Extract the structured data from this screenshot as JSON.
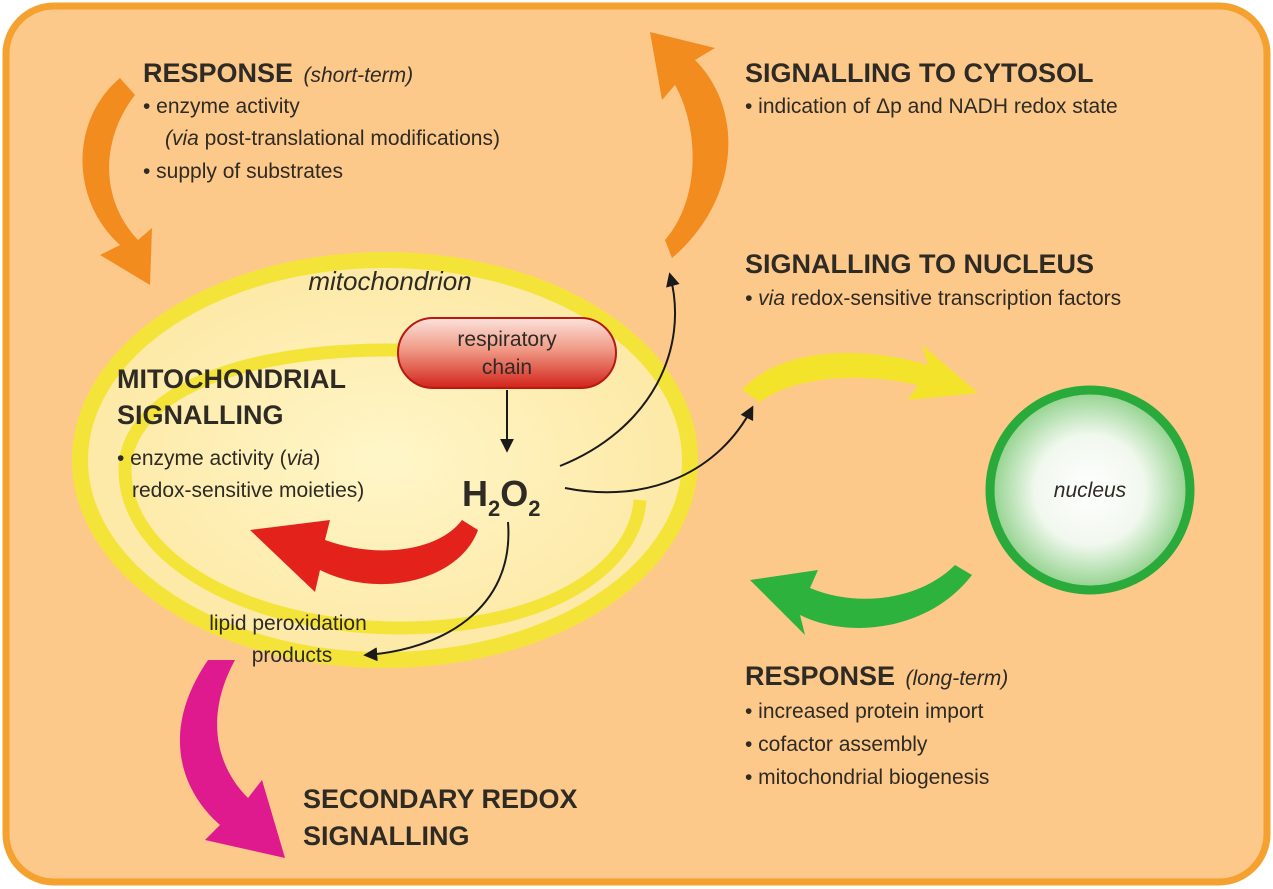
{
  "colors": {
    "background": "#fdc98a",
    "border": "#f5a130",
    "orange_arrow": "#f28c1f",
    "yellow_arrow": "#f3e42b",
    "red_arrow": "#e3231b",
    "green_arrow": "#2db23d",
    "magenta_arrow": "#df1a8e",
    "mitochondrion_ring": "#f4e43a",
    "nucleus_ring": "#2aaa3b",
    "respiratory_chain": "#d9251c"
  },
  "response_short": {
    "title": "RESPONSE",
    "title_qualifier": "(short-term)",
    "bullet1": "• enzyme activity",
    "bullet1b_via": "(via",
    "bullet1b_rest": " post-translational modifications)",
    "bullet2": "• supply of substrates"
  },
  "signalling_cytosol": {
    "title": "SIGNALLING TO CYTOSOL",
    "bullet": "• indication of Δp and NADH redox state"
  },
  "signalling_nucleus": {
    "title": "SIGNALLING TO NUCLEUS",
    "bullet_via": "• via",
    "bullet_rest": " redox-sensitive transcription factors"
  },
  "mitochondrion": {
    "label": "mitochondrion",
    "respiratory_chain_line1": "respiratory",
    "respiratory_chain_line2": "chain",
    "h2o2_H": "H",
    "h2o2_sub1": "2",
    "h2o2_O": "O",
    "h2o2_sub2": "2"
  },
  "mito_signalling": {
    "title_line1": "MITOCHONDRIAL",
    "title_line2": "SIGNALLING",
    "bullet_line1_a": "• enzyme activity (",
    "bullet_line1_via": "via",
    "bullet_line2": "redox-sensitive moieties)"
  },
  "lipid": {
    "line1": "lipid peroxidation",
    "line2": "products"
  },
  "nucleus": {
    "label": "nucleus"
  },
  "response_long": {
    "title": "RESPONSE",
    "title_qualifier": "(long-term)",
    "bullet1": "• increased protein import",
    "bullet2": "• cofactor assembly",
    "bullet3": "• mitochondrial biogenesis"
  },
  "secondary": {
    "line1": "SECONDARY REDOX",
    "line2": "SIGNALLING"
  }
}
